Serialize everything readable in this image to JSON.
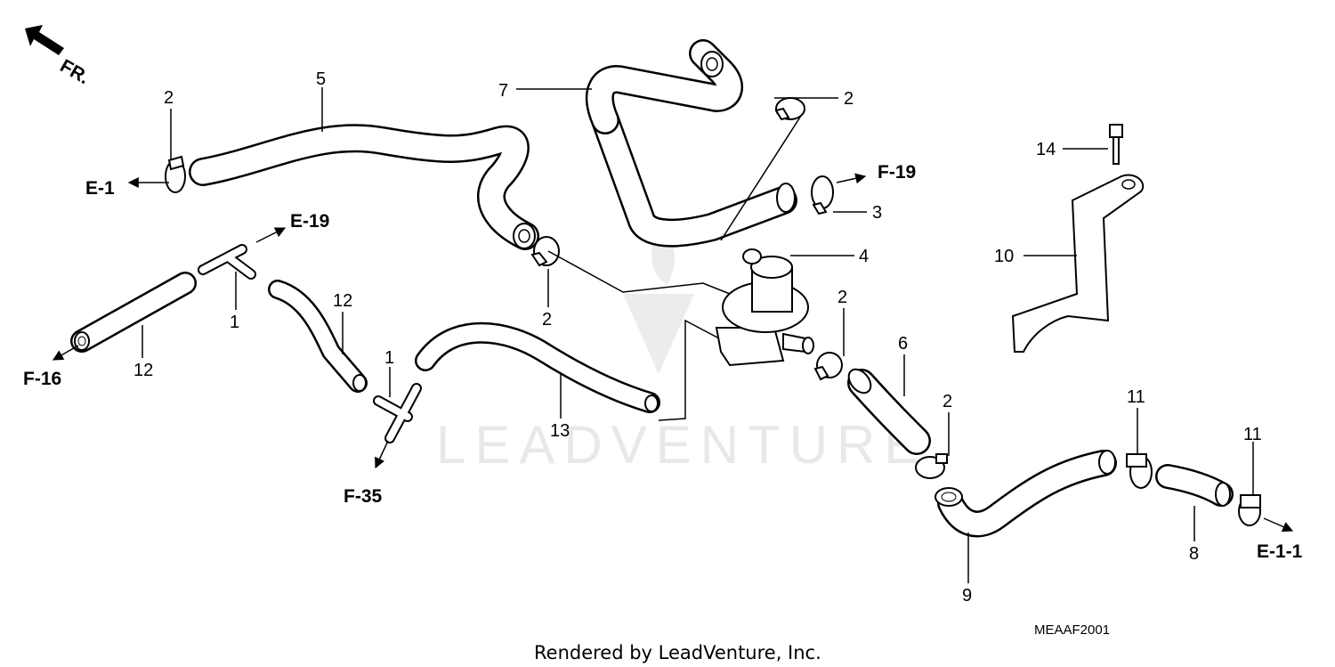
{
  "diagram": {
    "callouts": {
      "c2a": "2",
      "c2b": "2",
      "c2c": "2",
      "c2d": "2",
      "c2e": "2",
      "c1a": "1",
      "c1b": "1",
      "c3": "3",
      "c4": "4",
      "c5": "5",
      "c6": "6",
      "c7": "7",
      "c8": "8",
      "c9": "9",
      "c10": "10",
      "c11a": "11",
      "c11b": "11",
      "c12a": "12",
      "c12b": "12",
      "c13": "13",
      "c14": "14"
    },
    "refs": {
      "e1": "E-1",
      "e19": "E-19",
      "f19": "F-19",
      "f16": "F-16",
      "f35": "F-35",
      "e11": "E-1-1",
      "fr": "FR."
    },
    "diagram_code": "MEAAF2001",
    "footer": "Rendered by LeadVenture, Inc.",
    "watermark": "LEADVENTURE"
  }
}
